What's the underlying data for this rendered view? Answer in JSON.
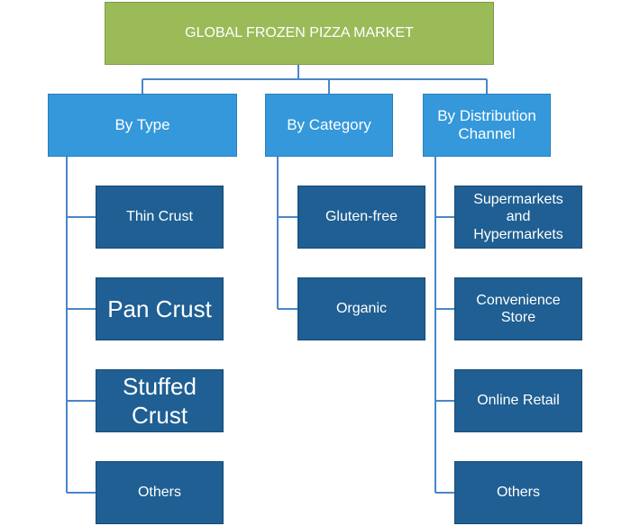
{
  "root": {
    "label": "GLOBAL FROZEN PIZZA MARKET"
  },
  "categories": [
    {
      "label": "By Type",
      "items": [
        "Thin Crust",
        "Pan Crust",
        "Stuffed Crust",
        "Others"
      ]
    },
    {
      "label": "By Category",
      "items": [
        "Gluten-free",
        "Organic"
      ]
    },
    {
      "label": "By Distribution Channel",
      "items": [
        "Supermarkets and Hypermarkets",
        "Convenience Store",
        "Online Retail",
        "Others"
      ]
    }
  ],
  "colors": {
    "root": "#9bbb59",
    "category": "#3498db",
    "leaf": "#1f5f93",
    "connector": "#4a86c8"
  }
}
